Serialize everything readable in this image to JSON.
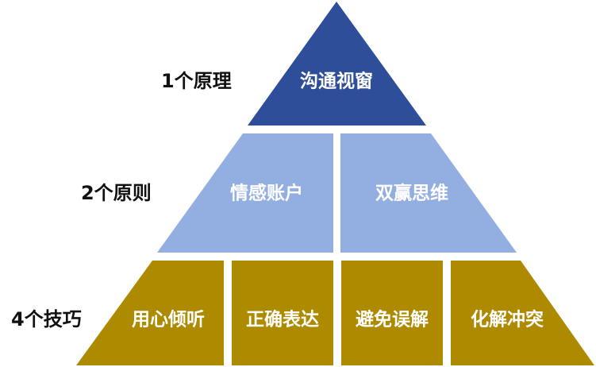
{
  "colors": {
    "top": "#2E4E99",
    "middle": "#93AEE0",
    "bottom": "#AE8A00",
    "text_on_block": "#ffffff",
    "level_text": "#111111"
  },
  "levels": [
    {
      "label": "1个原理",
      "blocks": [
        "沟通视窗"
      ]
    },
    {
      "label": "2个原则",
      "blocks": [
        "情感账户",
        "双赢思维"
      ]
    },
    {
      "label": "4个技巧",
      "blocks": [
        "用心倾听",
        "正确表达",
        "避免误解",
        "化解冲突"
      ]
    }
  ]
}
